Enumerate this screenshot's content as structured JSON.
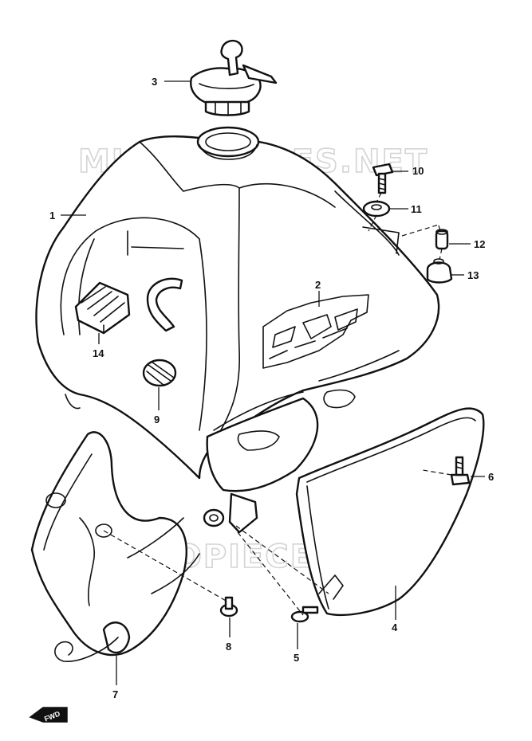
{
  "watermark": {
    "text": "MICROPIECES.NET"
  },
  "callouts": [
    {
      "id": "1",
      "label": "1"
    },
    {
      "id": "2",
      "label": "2"
    },
    {
      "id": "3",
      "label": "3"
    },
    {
      "id": "4",
      "label": "4"
    },
    {
      "id": "5",
      "label": "5"
    },
    {
      "id": "6",
      "label": "6"
    },
    {
      "id": "7",
      "label": "7"
    },
    {
      "id": "8",
      "label": "8"
    },
    {
      "id": "9",
      "label": "9"
    },
    {
      "id": "10",
      "label": "10"
    },
    {
      "id": "11",
      "label": "11"
    },
    {
      "id": "12",
      "label": "12"
    },
    {
      "id": "13",
      "label": "13"
    },
    {
      "id": "14",
      "label": "14"
    }
  ],
  "direction_badge": {
    "text": "FWD"
  },
  "colors": {
    "line": "#111111",
    "watermark": "#d4d4d4",
    "background": "#ffffff"
  }
}
